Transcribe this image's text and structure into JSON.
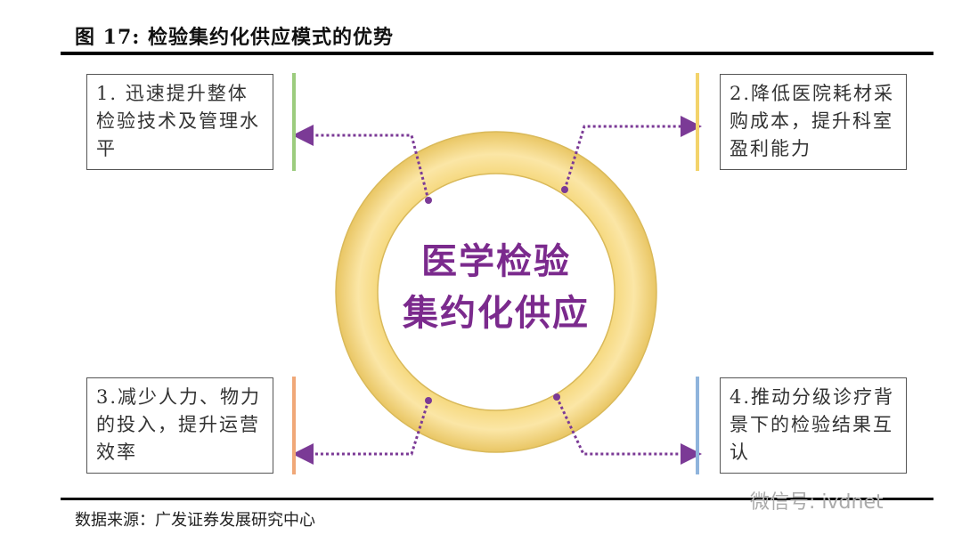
{
  "title": "图 17:  检验集约化供应模式的优势",
  "center": {
    "line1": "医学检验",
    "line2": "集约化供应"
  },
  "boxes": [
    {
      "text": "1. 迅速提升整体检验技术及管理水平",
      "color": "#9ccc7e"
    },
    {
      "text": "2.降低医院耗材采购成本，提升科室盈利能力",
      "color": "#f3d36b"
    },
    {
      "text": "3.减少人力、物力的投入，提升运营效率",
      "color": "#f0a878"
    },
    {
      "text": "4.推动分级诊疗背景下的检验结果互认",
      "color": "#8fb4dc"
    }
  ],
  "source": "数据来源：广发证券发展研究中心",
  "watermark": "微信号: ivdnet",
  "colors": {
    "ring": "#f8df8e",
    "arrow": "#7b3a96",
    "text": "#7b2a8d"
  }
}
